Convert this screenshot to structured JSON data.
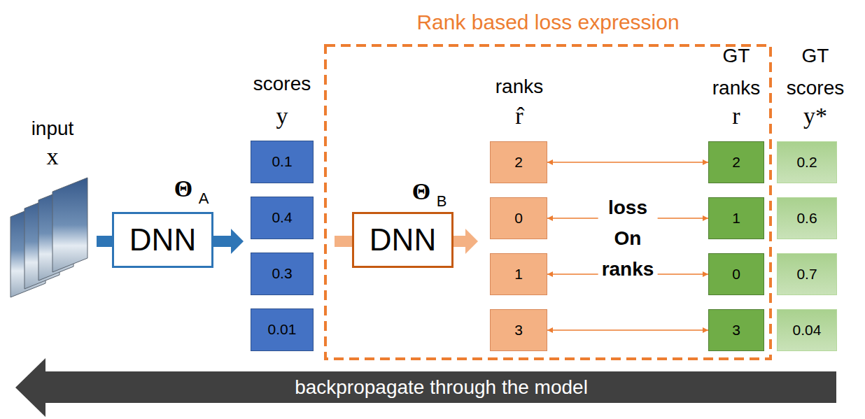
{
  "diagram": {
    "nodes": [
      {
        "text": [
          "DNN"
        ]
      },
      {
        "text": [
          "0.1"
        ]
      },
      {
        "text": [
          "0.4"
        ]
      },
      {
        "text": [
          "0.3"
        ]
      },
      {
        "text": [
          "0.01"
        ]
      },
      {
        "text": [
          "Rank based loss expression"
        ]
      },
      {
        "text": [
          "DNN"
        ],
        "in": 5
      },
      {
        "text": [
          "2"
        ],
        "in": 5
      },
      {
        "text": [
          "0"
        ],
        "in": 5
      },
      {
        "text": [
          "1"
        ],
        "in": 5
      },
      {
        "text": [
          "3"
        ],
        "in": 5
      },
      {
        "text": [
          "2"
        ],
        "in": 5
      },
      {
        "text": [
          "1"
        ],
        "in": 5
      },
      {
        "text": [
          "0"
        ],
        "in": 5
      },
      {
        "text": [
          "3"
        ],
        "in": 5
      },
      {
        "text": [
          "0.2"
        ]
      },
      {
        "text": [
          "0.6"
        ]
      },
      {
        "text": [
          "0.7"
        ]
      },
      {
        "text": [
          "0.04"
        ]
      },
      {
        "text": [
          "backpropagate through the model"
        ]
      }
    ],
    "edges": [
      {
        "from": 7,
        "to": 11,
        "arrow": "both"
      },
      {
        "from": 8,
        "to": 12,
        "arrow": "both"
      },
      {
        "from": 9,
        "to": 13,
        "arrow": "both"
      },
      {
        "from": 10,
        "to": 14,
        "arrow": "both"
      }
    ],
    "labels": [
      "input",
      "x",
      "Θ",
      "A",
      "scores",
      "y",
      "Θ",
      "B",
      "ranks",
      "r̂",
      "loss On ranks",
      "GT ranks",
      "r",
      "GT scores",
      "y*"
    ]
  }
}
